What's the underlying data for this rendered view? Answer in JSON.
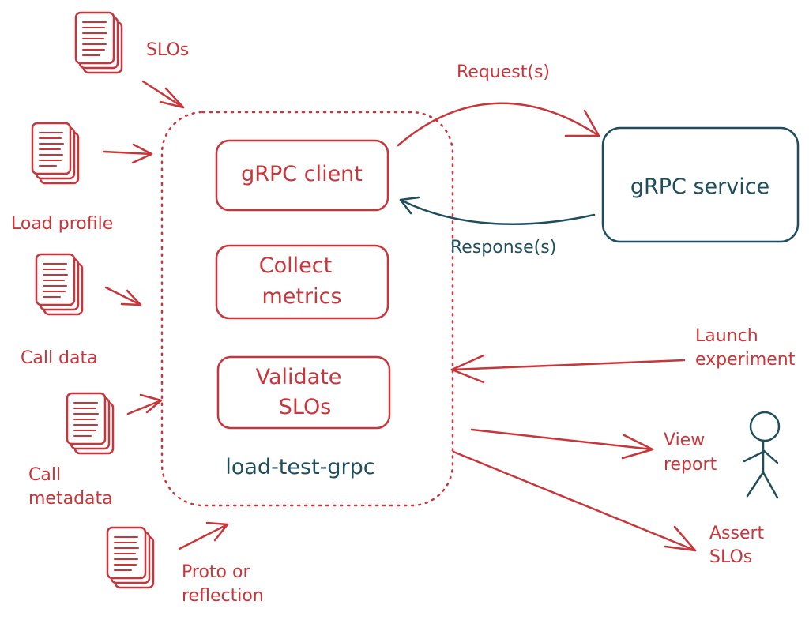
{
  "colors": {
    "accent": "#c8353a",
    "secondary": "#1f4e5f",
    "background": "#ffffff"
  },
  "inputs": {
    "slos": "SLOs",
    "load_profile": "Load profile",
    "call_data": "Call data",
    "call_metadata_line1": "Call",
    "call_metadata_line2": "metadata",
    "proto_line1": "Proto or",
    "proto_line2": "reflection"
  },
  "experiment": {
    "name": "load-test-grpc",
    "grpc_client": "gRPC client",
    "collect_metrics_line1": "Collect",
    "collect_metrics_line2": "metrics",
    "validate_slos_line1": "Validate",
    "validate_slos_line2": "SLOs"
  },
  "service": {
    "name": "gRPC service",
    "request": "Request(s)",
    "response": "Response(s)"
  },
  "actions": {
    "launch_line1": "Launch",
    "launch_line2": "experiment",
    "view_line1": "View",
    "view_line2": "report",
    "assert_line1": "Assert",
    "assert_line2": "SLOs"
  },
  "icons": [
    "document-stack-icon",
    "stick-figure-user-icon"
  ]
}
